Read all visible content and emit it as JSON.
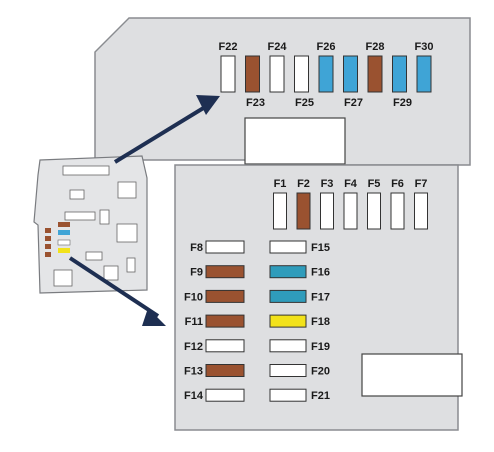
{
  "colors": {
    "background": "#ffffff",
    "panel_fill": "#dedfe1",
    "panel_stroke": "#8a8c90",
    "fuse_empty": "#ffffff",
    "fuse_brown": "#9a5230",
    "fuse_blue": "#3fa4d6",
    "fuse_teal": "#2f9cbb",
    "fuse_yellow": "#f2e21a",
    "arrow": "#1e2f52"
  },
  "upper_fuses": [
    {
      "label": "F22",
      "color": "empty"
    },
    {
      "label": "F23",
      "color": "brown"
    },
    {
      "label": "F24",
      "color": "empty"
    },
    {
      "label": "F25",
      "color": "empty"
    },
    {
      "label": "F26",
      "color": "blue"
    },
    {
      "label": "F27",
      "color": "blue"
    },
    {
      "label": "F28",
      "color": "brown"
    },
    {
      "label": "F29",
      "color": "blue"
    },
    {
      "label": "F30",
      "color": "blue"
    }
  ],
  "top_fuses": [
    {
      "label": "F1",
      "color": "empty"
    },
    {
      "label": "F2",
      "color": "brown"
    },
    {
      "label": "F3",
      "color": "empty"
    },
    {
      "label": "F4",
      "color": "empty"
    },
    {
      "label": "F5",
      "color": "empty"
    },
    {
      "label": "F6",
      "color": "empty"
    },
    {
      "label": "F7",
      "color": "empty"
    }
  ],
  "left_fuses": [
    {
      "label": "F8",
      "color": "empty"
    },
    {
      "label": "F9",
      "color": "brown"
    },
    {
      "label": "F10",
      "color": "brown"
    },
    {
      "label": "F11",
      "color": "brown"
    },
    {
      "label": "F12",
      "color": "empty"
    },
    {
      "label": "F13",
      "color": "brown"
    },
    {
      "label": "F14",
      "color": "empty"
    }
  ],
  "right_fuses": [
    {
      "label": "F15",
      "color": "empty"
    },
    {
      "label": "F16",
      "color": "teal"
    },
    {
      "label": "F17",
      "color": "teal"
    },
    {
      "label": "F18",
      "color": "yellow"
    },
    {
      "label": "F19",
      "color": "empty"
    },
    {
      "label": "F20",
      "color": "empty"
    },
    {
      "label": "F21",
      "color": "empty"
    }
  ]
}
